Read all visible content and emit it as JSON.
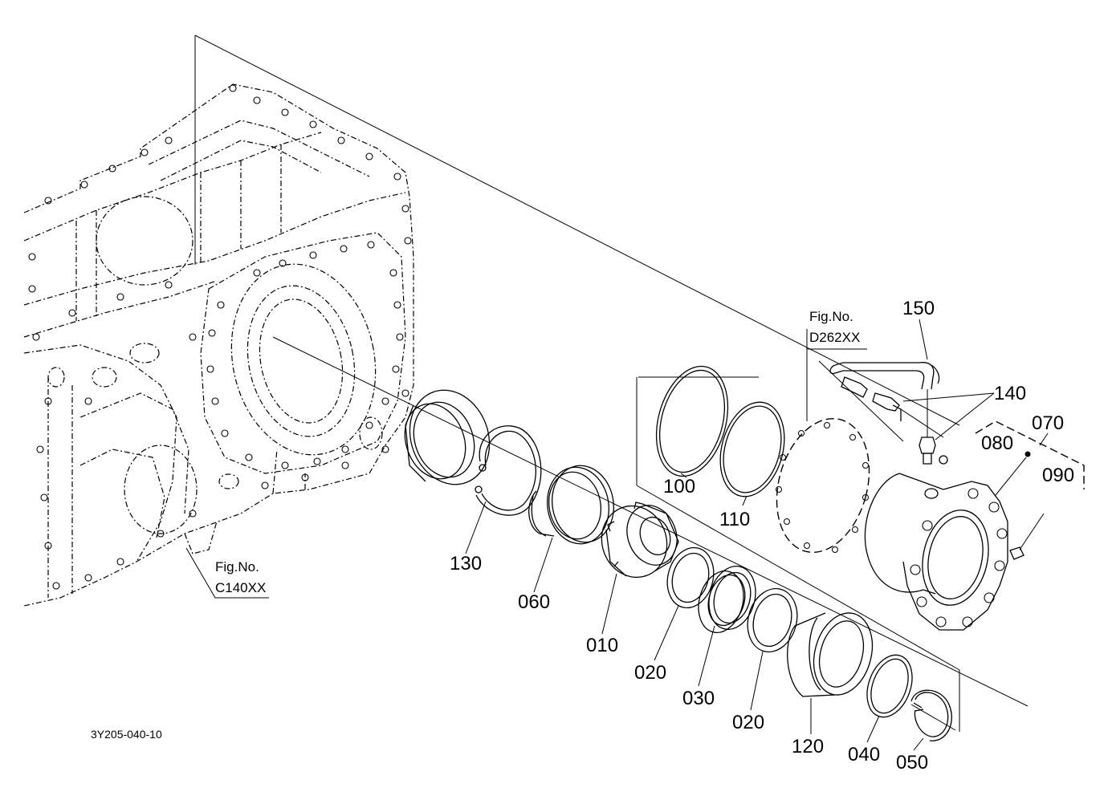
{
  "callouts": [
    {
      "number": "010"
    },
    {
      "number": "020"
    },
    {
      "number": "020"
    },
    {
      "number": "030"
    },
    {
      "number": "040"
    },
    {
      "number": "050"
    },
    {
      "number": "060"
    },
    {
      "number": "070"
    },
    {
      "number": "080"
    },
    {
      "number": "090"
    },
    {
      "number": "100"
    },
    {
      "number": "110"
    },
    {
      "number": "120"
    },
    {
      "number": "130"
    },
    {
      "number": "140"
    },
    {
      "number": "150"
    }
  ],
  "fig_refs": [
    {
      "label": "Fig.No.",
      "code": "D262XX"
    },
    {
      "label": "Fig.No.",
      "code": "C140XX"
    }
  ],
  "drawing_code": "3Y205-040-10"
}
